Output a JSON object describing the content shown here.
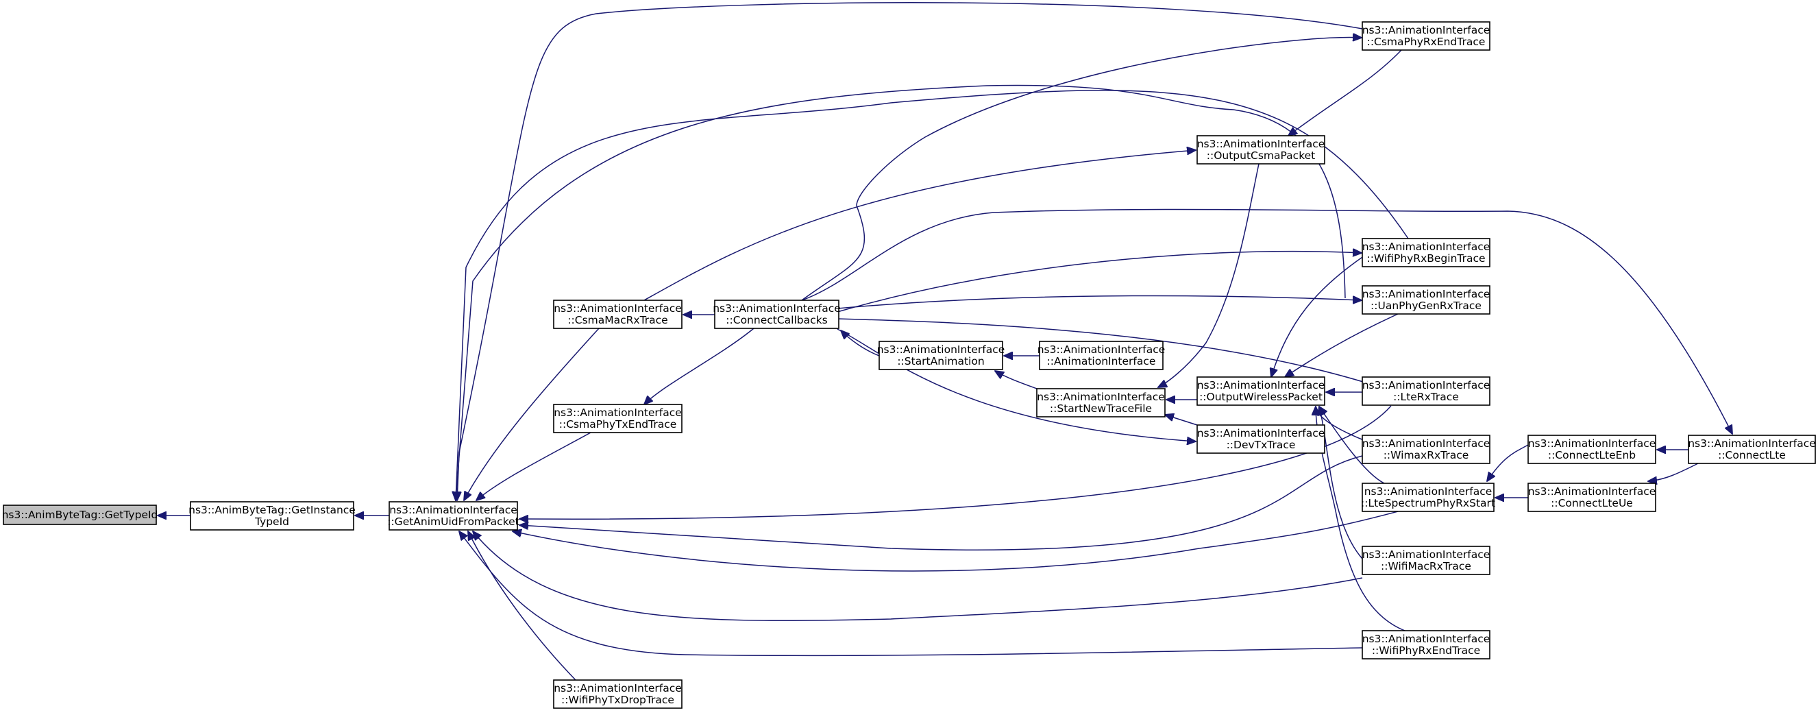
{
  "graph": {
    "edge_color": "#191970",
    "root_fill": "#bfbfbf",
    "nodes": [
      {
        "id": "n0",
        "lines": [
          "ns3::AnimByteTag::GetTypeId"
        ],
        "root": true
      },
      {
        "id": "n1",
        "lines": [
          "ns3::AnimByteTag::GetInstance",
          "TypeId"
        ]
      },
      {
        "id": "n2",
        "lines": [
          "ns3::AnimationInterface",
          "::GetAnimUidFromPacket"
        ]
      },
      {
        "id": "n3",
        "lines": [
          "ns3::AnimationInterface",
          "::CsmaMacRxTrace"
        ]
      },
      {
        "id": "n4",
        "lines": [
          "ns3::AnimationInterface",
          "::CsmaPhyTxEndTrace"
        ]
      },
      {
        "id": "n5",
        "lines": [
          "ns3::AnimationInterface",
          "::WifiPhyTxDropTrace"
        ]
      },
      {
        "id": "n6",
        "lines": [
          "ns3::AnimationInterface",
          "::ConnectCallbacks"
        ]
      },
      {
        "id": "n7",
        "lines": [
          "ns3::AnimationInterface",
          "::StartAnimation"
        ]
      },
      {
        "id": "n8",
        "lines": [
          "ns3::AnimationInterface",
          "::AnimationInterface"
        ]
      },
      {
        "id": "n9",
        "lines": [
          "ns3::AnimationInterface",
          "::StartNewTraceFile"
        ]
      },
      {
        "id": "n10",
        "lines": [
          "ns3::AnimationInterface",
          "::OutputCsmaPacket"
        ]
      },
      {
        "id": "n11",
        "lines": [
          "ns3::AnimationInterface",
          "::OutputWirelessPacket"
        ]
      },
      {
        "id": "n12",
        "lines": [
          "ns3::AnimationInterface",
          "::DevTxTrace"
        ]
      },
      {
        "id": "n13",
        "lines": [
          "ns3::AnimationInterface",
          "::CsmaPhyRxEndTrace"
        ]
      },
      {
        "id": "n14",
        "lines": [
          "ns3::AnimationInterface",
          "::WifiPhyRxBeginTrace"
        ]
      },
      {
        "id": "n15",
        "lines": [
          "ns3::AnimationInterface",
          "::UanPhyGenRxTrace"
        ]
      },
      {
        "id": "n16",
        "lines": [
          "ns3::AnimationInterface",
          "::LteRxTrace"
        ]
      },
      {
        "id": "n17",
        "lines": [
          "ns3::AnimationInterface",
          "::WimaxRxTrace"
        ]
      },
      {
        "id": "n18",
        "lines": [
          "ns3::AnimationInterface",
          "::LteSpectrumPhyRxStart"
        ]
      },
      {
        "id": "n19",
        "lines": [
          "ns3::AnimationInterface",
          "::WifiMacRxTrace"
        ]
      },
      {
        "id": "n20",
        "lines": [
          "ns3::AnimationInterface",
          "::WifiPhyRxEndTrace"
        ]
      },
      {
        "id": "n21",
        "lines": [
          "ns3::AnimationInterface",
          "::ConnectLteEnb"
        ]
      },
      {
        "id": "n22",
        "lines": [
          "ns3::AnimationInterface",
          "::ConnectLteUe"
        ]
      },
      {
        "id": "n23",
        "lines": [
          "ns3::AnimationInterface",
          "::ConnectLte"
        ]
      }
    ],
    "edges": [
      {
        "from": "n1",
        "to": "n0"
      },
      {
        "from": "n2",
        "to": "n1"
      },
      {
        "from": "n3",
        "to": "n2"
      },
      {
        "from": "n4",
        "to": "n2"
      },
      {
        "from": "n5",
        "to": "n2"
      },
      {
        "from": "n13",
        "to": "n2"
      },
      {
        "from": "n14",
        "to": "n2"
      },
      {
        "from": "n15",
        "to": "n2"
      },
      {
        "from": "n16",
        "to": "n2"
      },
      {
        "from": "n17",
        "to": "n2"
      },
      {
        "from": "n18",
        "to": "n2"
      },
      {
        "from": "n19",
        "to": "n2"
      },
      {
        "from": "n20",
        "to": "n2"
      },
      {
        "from": "n6",
        "to": "n3"
      },
      {
        "from": "n6",
        "to": "n4"
      },
      {
        "from": "n7",
        "to": "n6"
      },
      {
        "from": "n8",
        "to": "n7"
      },
      {
        "from": "n9",
        "to": "n7"
      },
      {
        "from": "n10",
        "to": "n9"
      },
      {
        "from": "n11",
        "to": "n9"
      },
      {
        "from": "n12",
        "to": "n9"
      },
      {
        "from": "n6",
        "to": "n12"
      },
      {
        "from": "n3",
        "to": "n10"
      },
      {
        "from": "n13",
        "to": "n10"
      },
      {
        "from": "n6",
        "to": "n13"
      },
      {
        "from": "n6",
        "to": "n14"
      },
      {
        "from": "n6",
        "to": "n15"
      },
      {
        "from": "n6",
        "to": "n16"
      },
      {
        "from": "n14",
        "to": "n11"
      },
      {
        "from": "n15",
        "to": "n11"
      },
      {
        "from": "n16",
        "to": "n11"
      },
      {
        "from": "n17",
        "to": "n11"
      },
      {
        "from": "n18",
        "to": "n11"
      },
      {
        "from": "n19",
        "to": "n11"
      },
      {
        "from": "n20",
        "to": "n11"
      },
      {
        "from": "n21",
        "to": "n18"
      },
      {
        "from": "n22",
        "to": "n18"
      },
      {
        "from": "n23",
        "to": "n21"
      },
      {
        "from": "n23",
        "to": "n22"
      },
      {
        "from": "n6",
        "to": "n23"
      }
    ]
  }
}
